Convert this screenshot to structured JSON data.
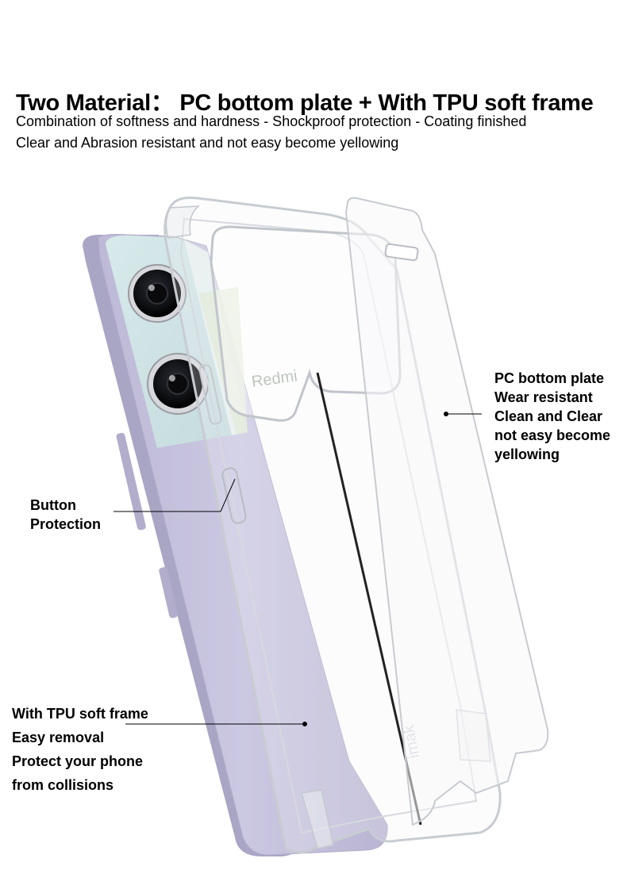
{
  "header": {
    "title": "Two Material： PC bottom plate + With TPU soft frame",
    "subtitle_line1": "Combination of softness and hardness - Shockproof protection - Coating finished",
    "subtitle_line2": "Clear and Abrasion resistant and not easy become yellowing"
  },
  "callouts": {
    "pc_plate": [
      "PC bottom plate",
      "Wear resistant",
      "Clean and Clear",
      "not easy become",
      "yellowing"
    ],
    "button": [
      "Button",
      "Protection"
    ],
    "tpu_frame": [
      "With TPU soft frame",
      "Easy removal",
      "Protect your phone",
      "from collisions"
    ]
  },
  "product": {
    "phone_brand": "Redmi",
    "case_brand": "imak"
  },
  "colors": {
    "phone_body": "#c9c6e0",
    "camera_panel": "#cfe2e3",
    "text": "#000000",
    "background": "#ffffff"
  }
}
